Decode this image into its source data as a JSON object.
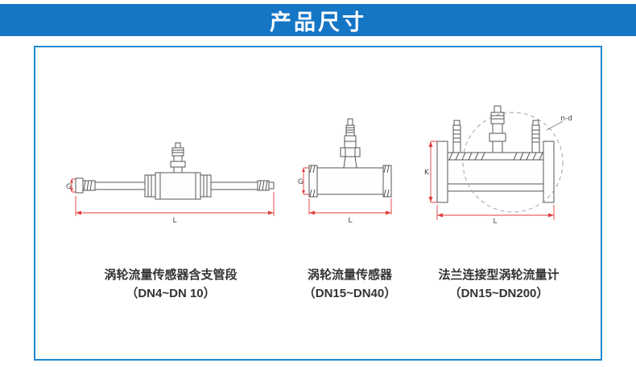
{
  "header": {
    "title": "产品尺寸"
  },
  "figures": [
    {
      "caption_line1": "涡轮流量传感器含支管段",
      "caption_line2": "（DN4~DN 10）",
      "dims": {
        "g": "G",
        "l": "L"
      }
    },
    {
      "caption_line1": "涡轮流量传感器",
      "caption_line2": "（DN15~DN40）",
      "dims": {
        "g": "G",
        "l": "L"
      }
    },
    {
      "caption_line1": "法兰连接型涡轮流量计",
      "caption_line2": "（DN15~DN200）",
      "dims": {
        "k": "K",
        "l": "L",
        "nd": "n-d"
      }
    }
  ],
  "colors": {
    "header_blue": "#1576c6",
    "border_blue": "#1e87d0",
    "dimension_red": "#e23c3c"
  }
}
